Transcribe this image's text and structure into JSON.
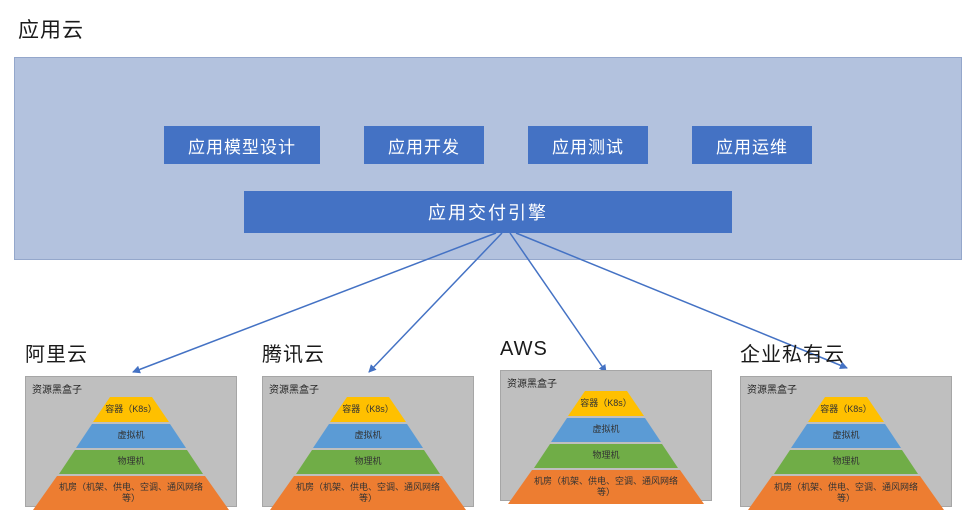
{
  "app_cloud": {
    "label": "应用云",
    "modules": [
      {
        "label": "应用模型设计"
      },
      {
        "label": "应用开发"
      },
      {
        "label": "应用测试"
      },
      {
        "label": "应用运维"
      }
    ],
    "engine_label": "应用交付引擎"
  },
  "resource_box_label": "资源黑盒子",
  "pyramid_layers": [
    {
      "name": "container",
      "label": "容器（K8s）"
    },
    {
      "name": "virtual-machine",
      "label": "虚拟机"
    },
    {
      "name": "physical-machine",
      "label": "物理机"
    },
    {
      "name": "datacenter",
      "label": "机房（机架、供电、空调、通风网络等）"
    }
  ],
  "clouds": [
    {
      "name": "阿里云"
    },
    {
      "name": "腾讯云"
    },
    {
      "name": "AWS"
    },
    {
      "name": "企业私有云"
    }
  ],
  "colors": {
    "panel-bg": "#b3c2de",
    "panel-border": "#94a7cb",
    "module-bg": "#4472c4",
    "engine-bg": "#4472c4",
    "arrow": "#4472c4",
    "graybox-bg": "#bfbfbf",
    "layer-container": "#ffc000",
    "layer-vm": "#5b9bd5",
    "layer-physical": "#70ad47",
    "layer-datacenter": "#ed7d31"
  }
}
